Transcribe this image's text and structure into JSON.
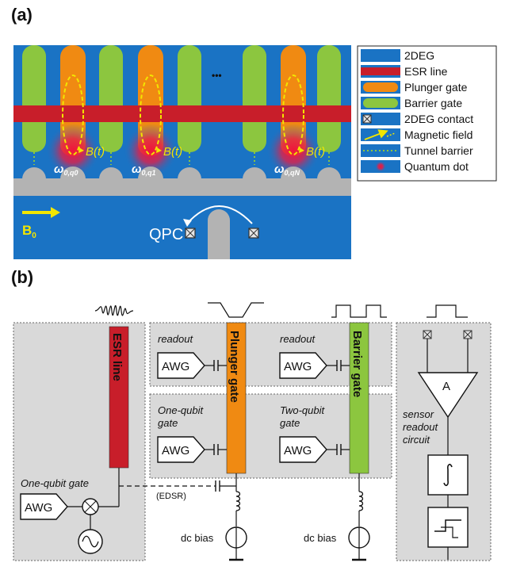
{
  "panel_a": {
    "label": "(a)",
    "ellipsis": "•••",
    "field_label": "B(t)",
    "omegas": [
      {
        "main": "ω",
        "sub": "0,q0"
      },
      {
        "main": "ω",
        "sub": "0,q1"
      },
      {
        "main": "ω",
        "sub": "0,qN"
      }
    ],
    "b0": {
      "main": "B",
      "sub": "0"
    },
    "qpc_label": "QPC",
    "legend": [
      {
        "key": "2deg",
        "label": "2DEG"
      },
      {
        "key": "esr",
        "label": "ESR line"
      },
      {
        "key": "plunger",
        "label": "Plunger gate"
      },
      {
        "key": "barrier",
        "label": "Barrier gate"
      },
      {
        "key": "contact",
        "label": "2DEG contact"
      },
      {
        "key": "field",
        "label": "Magnetic field"
      },
      {
        "key": "tunnel",
        "label": "Tunnel barrier"
      },
      {
        "key": "dot",
        "label": "Quantum dot"
      }
    ],
    "colors": {
      "2deg": "#1a73c4",
      "esr": "#c81e2a",
      "plunger": "#f08a12",
      "barrier": "#8cc63f",
      "gray": "#b3b3b3",
      "field": "#f2e600",
      "dot": "#e8203a"
    }
  },
  "panel_b": {
    "label": "(b)",
    "esr_line": "ESR line",
    "plunger_gate": "Plunger gate",
    "barrier_gate": "Barrier gate",
    "readout_1": "readout",
    "readout_2": "readout",
    "one_qubit_gate_1": "One-qubit",
    "one_qubit_gate_2": "gate",
    "two_qubit_gate_1": "Two-qubit",
    "two_qubit_gate_2": "gate",
    "one_qubit_gate_esr": "One-qubit gate",
    "awg": "AWG",
    "edsr": "(EDSR)",
    "dc_bias_1": "dc bias",
    "dc_bias_2": "dc bias",
    "sensor_1": "sensor",
    "sensor_2": "readout",
    "sensor_3": "circuit",
    "amp": "A",
    "colors": {
      "box": "#d9d9d9",
      "esr": "#c81e2a",
      "plunger": "#f08a12",
      "barrier": "#8cc63f"
    }
  }
}
